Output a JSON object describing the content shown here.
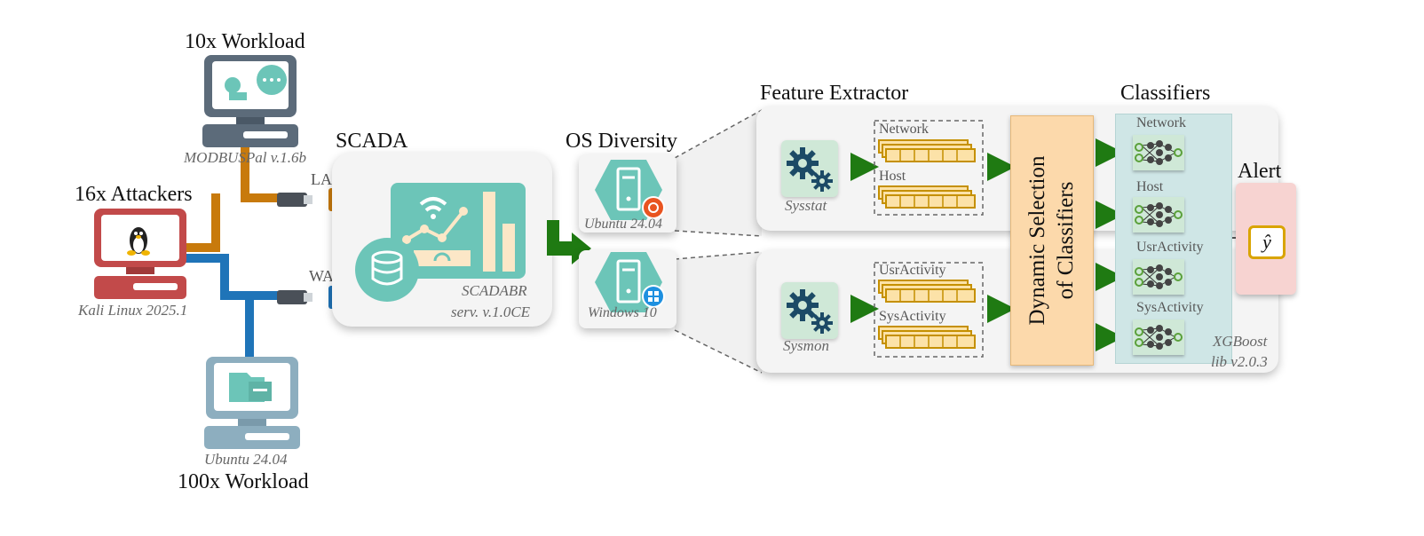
{
  "workload_top": {
    "title": "10x Workload",
    "caption": "MODBUSPal v.1.6b"
  },
  "attackers": {
    "title": "16x Attackers",
    "caption": "Kali Linux 2025.1"
  },
  "workload_bottom": {
    "title": "100x Workload",
    "caption": "Ubuntu 24.04"
  },
  "ports": {
    "lan": "LAN",
    "wan": "WAN"
  },
  "scada": {
    "title": "SCADA",
    "caption_line1": "SCADABR",
    "caption_line2": "serv. v.1.0CE"
  },
  "os_diversity": {
    "title": "OS Diversity",
    "linux_caption": "Ubuntu 24.04",
    "windows_caption": "Windows 10"
  },
  "feature_extractor": {
    "title": "Feature Extractor",
    "top_tool": "Sysstat",
    "bottom_tool": "Sysmon",
    "top_groups": [
      "Network",
      "Host"
    ],
    "bottom_groups": [
      "UsrActivity",
      "SysActivity"
    ]
  },
  "dynamic_selection": {
    "line1": "Dynamic Selection",
    "line2": "of Classifiers"
  },
  "classifiers": {
    "title": "Classifiers",
    "items": [
      "Network",
      "Host",
      "UsrActivity",
      "SysActivity"
    ],
    "caption_line1": "XGBoost",
    "caption_line2": "lib v2.0.3"
  },
  "alert": {
    "title": "Alert",
    "symbol": "ŷ"
  },
  "colors": {
    "wire_orange": "#c87a0c",
    "wire_blue": "#1f74b8",
    "teal": "#6cc5b8",
    "orange_fill": "#fcd9ab",
    "green_arrow": "#1f7a12",
    "alert_pink": "#f7d3d1",
    "classifier_teal": "#cfe6e6"
  }
}
